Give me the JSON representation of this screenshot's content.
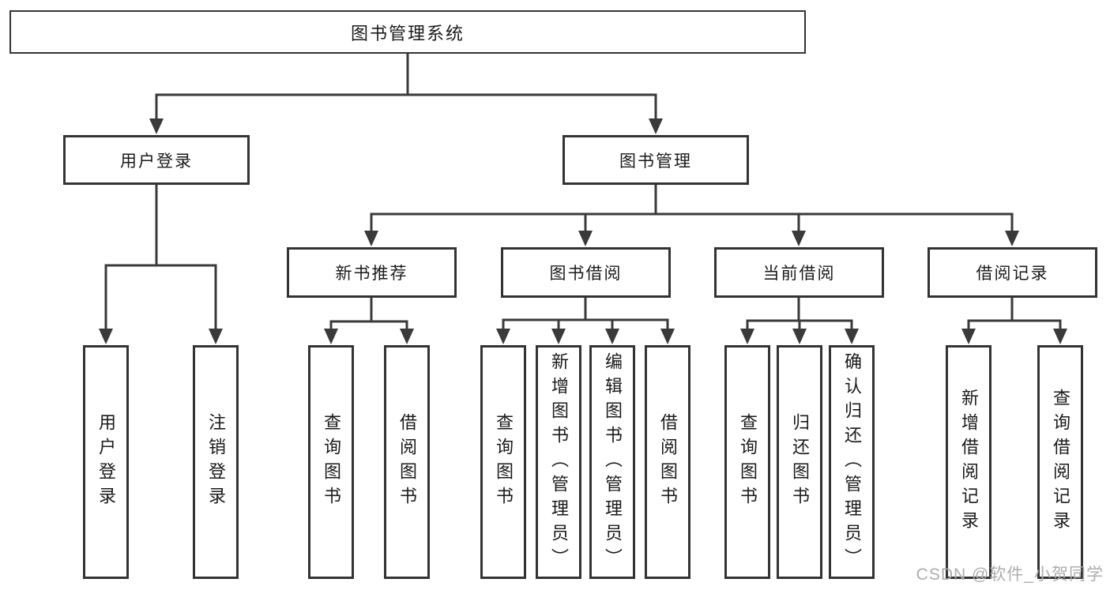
{
  "tree": {
    "root": {
      "label": "图书管理系统"
    },
    "branches": [
      {
        "label": "用户登录",
        "leaves": [
          {
            "label": "用户登录"
          },
          {
            "label": "注销登录"
          }
        ]
      },
      {
        "label": "图书管理",
        "groups": [
          {
            "label": "新书推荐",
            "leaves": [
              {
                "label": "查询图书"
              },
              {
                "label": "借阅图书"
              }
            ]
          },
          {
            "label": "图书借阅",
            "leaves": [
              {
                "label": "查询图书"
              },
              {
                "label": "新增图书（管理员）"
              },
              {
                "label": "编辑图书（管理员）"
              },
              {
                "label": "借阅图书"
              }
            ]
          },
          {
            "label": "当前借阅",
            "leaves": [
              {
                "label": "查询图书"
              },
              {
                "label": "归还图书"
              },
              {
                "label": "确认归还（管理员）"
              }
            ]
          },
          {
            "label": "借阅记录",
            "leaves": [
              {
                "label": "新增借阅记录"
              },
              {
                "label": "查询借阅记录"
              }
            ]
          }
        ]
      }
    ]
  },
  "watermark": {
    "text": "CSDN @软件_小贺同学"
  },
  "colors": {
    "line": "#3a3a3a",
    "border": "#333333",
    "text": "#1a1a1a",
    "watermark": "#adadad",
    "background": "#ffffff"
  }
}
